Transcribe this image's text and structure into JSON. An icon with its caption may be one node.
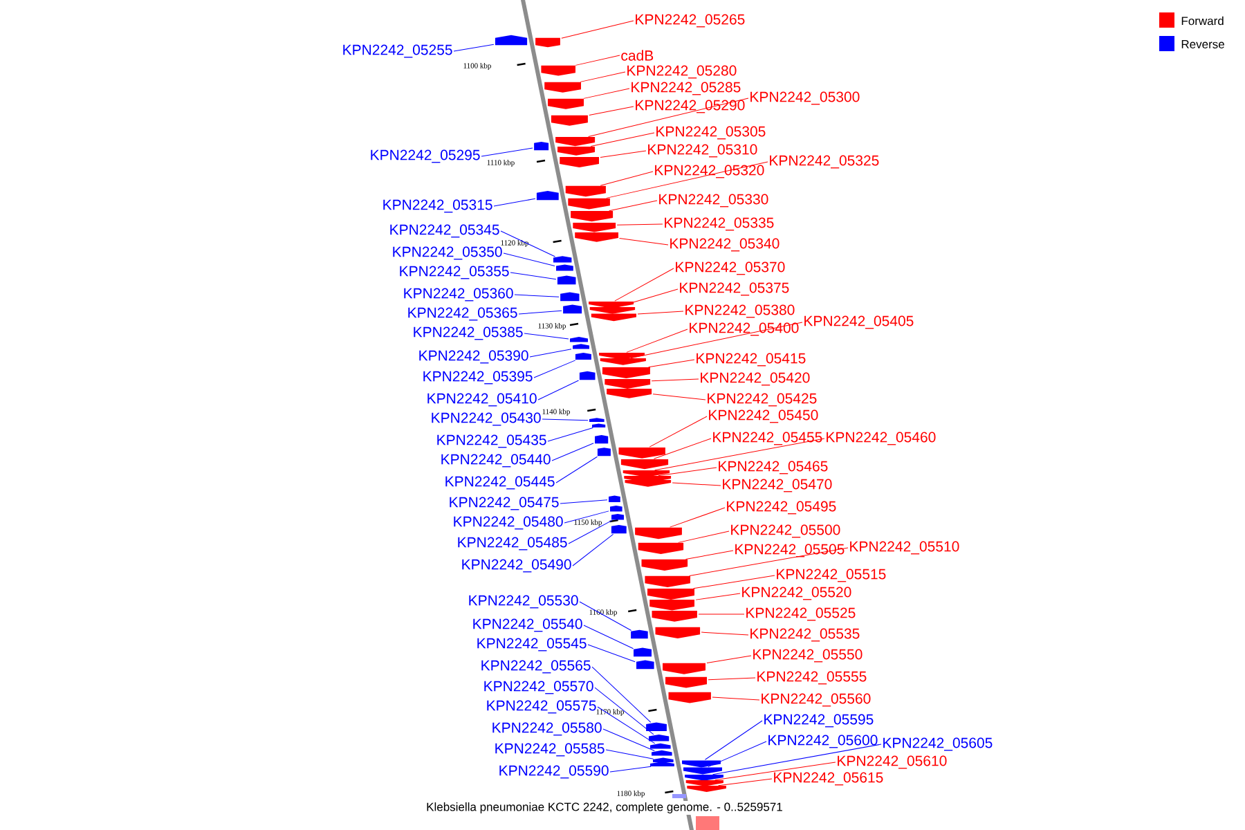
{
  "diagram": {
    "caption": "Klebsiella pneumoniae KCTC 2242, complete genome. - 0..5259571",
    "nodes": [
      {
        "text": [
          "KPN2242_05255"
        ]
      },
      {
        "text": [
          "KPN2242_05295"
        ]
      },
      {
        "text": [
          "KPN2242_05315"
        ]
      },
      {
        "text": [
          "KPN2242_05345"
        ]
      },
      {
        "text": [
          "KPN2242_05350"
        ]
      },
      {
        "text": [
          "KPN2242_05355"
        ]
      },
      {
        "text": [
          "KPN2242_05360"
        ]
      },
      {
        "text": [
          "KPN2242_05365"
        ]
      },
      {
        "text": [
          "KPN2242_05385"
        ]
      },
      {
        "text": [
          "KPN2242_05390"
        ]
      },
      {
        "text": [
          "KPN2242_05395"
        ]
      },
      {
        "text": [
          "KPN2242_05410"
        ]
      },
      {
        "text": [
          "KPN2242_05430"
        ]
      },
      {
        "text": [
          "KPN2242_05435"
        ]
      },
      {
        "text": [
          "KPN2242_05440"
        ]
      },
      {
        "text": [
          "KPN2242_05445"
        ]
      },
      {
        "text": [
          "KPN2242_05475"
        ]
      },
      {
        "text": [
          "KPN2242_05480"
        ]
      },
      {
        "text": [
          "KPN2242_05485"
        ]
      },
      {
        "text": [
          "KPN2242_05490"
        ]
      },
      {
        "text": [
          "KPN2242_05530"
        ]
      },
      {
        "text": [
          "KPN2242_05540"
        ]
      },
      {
        "text": [
          "KPN2242_05545"
        ]
      },
      {
        "text": [
          "KPN2242_05565"
        ]
      },
      {
        "text": [
          "KPN2242_05570"
        ]
      },
      {
        "text": [
          "KPN2242_05575"
        ]
      },
      {
        "text": [
          "KPN2242_05580"
        ]
      },
      {
        "text": [
          "KPN2242_05585"
        ]
      },
      {
        "text": [
          "KPN2242_05590"
        ]
      },
      {
        "text": [
          "KPN2242_05265"
        ]
      },
      {
        "text": [
          "cadB"
        ]
      },
      {
        "text": [
          "KPN2242_05280"
        ]
      },
      {
        "text": [
          "KPN2242_05285"
        ]
      },
      {
        "text": [
          "KPN2242_05290"
        ]
      },
      {
        "text": [
          "KPN2242_05300"
        ]
      },
      {
        "text": [
          "KPN2242_05305"
        ]
      },
      {
        "text": [
          "KPN2242_05310"
        ]
      },
      {
        "text": [
          "KPN2242_05320"
        ]
      },
      {
        "text": [
          "KPN2242_05325"
        ]
      },
      {
        "text": [
          "KPN2242_05330"
        ]
      },
      {
        "text": [
          "KPN2242_05335"
        ]
      },
      {
        "text": [
          "KPN2242_05340"
        ]
      },
      {
        "text": [
          "KPN2242_05370"
        ]
      },
      {
        "text": [
          "KPN2242_05375"
        ]
      },
      {
        "text": [
          "KPN2242_05380"
        ]
      },
      {
        "text": [
          "KPN2242_05400"
        ]
      },
      {
        "text": [
          "KPN2242_05405"
        ]
      },
      {
        "text": [
          "KPN2242_05415"
        ]
      },
      {
        "text": [
          "KPN2242_05420"
        ]
      },
      {
        "text": [
          "KPN2242_05425"
        ]
      },
      {
        "text": [
          "KPN2242_05450"
        ]
      },
      {
        "text": [
          "KPN2242_05455"
        ]
      },
      {
        "text": [
          "KPN2242_05460"
        ]
      },
      {
        "text": [
          "KPN2242_05465"
        ]
      },
      {
        "text": [
          "KPN2242_05470"
        ]
      },
      {
        "text": [
          "KPN2242_05495"
        ]
      },
      {
        "text": [
          "KPN2242_05500"
        ]
      },
      {
        "text": [
          "KPN2242_05505"
        ]
      },
      {
        "text": [
          "KPN2242_05510"
        ]
      },
      {
        "text": [
          "KPN2242_05515"
        ]
      },
      {
        "text": [
          "KPN2242_05520"
        ]
      },
      {
        "text": [
          "KPN2242_05525"
        ]
      },
      {
        "text": [
          "KPN2242_05535"
        ]
      },
      {
        "text": [
          "KPN2242_05550"
        ]
      },
      {
        "text": [
          "KPN2242_05555"
        ]
      },
      {
        "text": [
          "KPN2242_05560"
        ]
      },
      {
        "text": [
          "KPN2242_05595"
        ]
      },
      {
        "text": [
          "KPN2242_05600"
        ]
      },
      {
        "text": [
          "KPN2242_05605"
        ]
      },
      {
        "text": [
          "KPN2242_05610"
        ]
      },
      {
        "text": [
          "KPN2242_05615"
        ]
      },
      {
        "text": [],
        "shape": "arrow"
      },
      {
        "text": [],
        "shape": "arrow"
      },
      {
        "text": [],
        "shape": "arrow"
      },
      {
        "text": [],
        "shape": "arrow"
      },
      {
        "text": [],
        "shape": "arrow"
      },
      {
        "text": [],
        "shape": "arrow"
      },
      {
        "text": [],
        "shape": "arrow"
      },
      {
        "text": [],
        "shape": "arrow"
      },
      {
        "text": [],
        "shape": "arrow"
      },
      {
        "text": [],
        "shape": "arrow"
      },
      {
        "text": [],
        "shape": "arrow"
      },
      {
        "text": [],
        "shape": "arrow"
      },
      {
        "text": [],
        "shape": "arrow"
      },
      {
        "text": [],
        "shape": "arrow"
      },
      {
        "text": [],
        "shape": "arrow"
      },
      {
        "text": [],
        "shape": "arrow"
      },
      {
        "text": [],
        "shape": "arrow"
      },
      {
        "text": [],
        "shape": "arrow"
      },
      {
        "text": [],
        "shape": "arrow"
      },
      {
        "text": [],
        "shape": "arrow"
      },
      {
        "text": [],
        "shape": "arrow"
      },
      {
        "text": [],
        "shape": "arrow"
      },
      {
        "text": [],
        "shape": "arrow"
      },
      {
        "text": [],
        "shape": "arrow"
      },
      {
        "text": [],
        "shape": "arrow"
      },
      {
        "text": [],
        "shape": "arrow"
      },
      {
        "text": [],
        "shape": "arrow"
      },
      {
        "text": [],
        "shape": "arrow"
      },
      {
        "text": [],
        "shape": "arrow"
      },
      {
        "text": [],
        "shape": "arrow"
      },
      {
        "text": [],
        "shape": "arrow"
      },
      {
        "text": [],
        "shape": "arrow"
      },
      {
        "text": [],
        "shape": "arrow"
      },
      {
        "text": [],
        "shape": "arrow"
      },
      {
        "text": [],
        "shape": "arrow"
      },
      {
        "text": [],
        "shape": "arrow"
      },
      {
        "text": [],
        "shape": "arrow"
      },
      {
        "text": [],
        "shape": "arrow"
      },
      {
        "text": [],
        "shape": "arrow"
      },
      {
        "text": [],
        "shape": "arrow"
      },
      {
        "text": [],
        "shape": "arrow"
      },
      {
        "text": [],
        "shape": "arrow"
      },
      {
        "text": [],
        "shape": "arrow"
      },
      {
        "text": [],
        "shape": "arrow"
      },
      {
        "text": [],
        "shape": "arrow"
      },
      {
        "text": [],
        "shape": "arrow"
      },
      {
        "text": [],
        "shape": "arrow"
      },
      {
        "text": [],
        "shape": "arrow"
      },
      {
        "text": [],
        "shape": "arrow"
      },
      {
        "text": [],
        "shape": "arrow"
      },
      {
        "text": [],
        "shape": "arrow"
      },
      {
        "text": [],
        "shape": "arrow"
      },
      {
        "text": [],
        "shape": "arrow"
      },
      {
        "text": [],
        "shape": "arrow"
      },
      {
        "text": [],
        "shape": "arrow"
      },
      {
        "text": [],
        "shape": "arrow"
      },
      {
        "text": [],
        "shape": "arrow"
      },
      {
        "text": [],
        "shape": "arrow"
      },
      {
        "text": [],
        "shape": "arrow"
      },
      {
        "text": [],
        "shape": "arrow"
      },
      {
        "text": [],
        "shape": "arrow"
      },
      {
        "text": [],
        "shape": "arrow"
      },
      {
        "text": [],
        "shape": "arrow"
      },
      {
        "text": [],
        "shape": "arrow"
      },
      {
        "text": [],
        "shape": "arrow"
      },
      {
        "text": [],
        "shape": "arrow"
      },
      {
        "text": [],
        "shape": "arrow"
      },
      {
        "text": [],
        "shape": "arrow"
      },
      {
        "text": [],
        "shape": "arrow"
      },
      {
        "text": [],
        "shape": "arrow"
      },
      {
        "text": [],
        "shape": "arrow"
      }
    ],
    "edges": [
      {
        "from": 0,
        "to": 71,
        "arrow": "none",
        "color": "#0000ff"
      },
      {
        "from": 1,
        "to": 72,
        "arrow": "none",
        "color": "#0000ff"
      },
      {
        "from": 2,
        "to": 73,
        "arrow": "none",
        "color": "#0000ff"
      },
      {
        "from": 3,
        "to": 74,
        "arrow": "none",
        "color": "#0000ff"
      },
      {
        "from": 4,
        "to": 75,
        "arrow": "none",
        "color": "#0000ff"
      },
      {
        "from": 5,
        "to": 76,
        "arrow": "none",
        "color": "#0000ff"
      },
      {
        "from": 6,
        "to": 77,
        "arrow": "none",
        "color": "#0000ff"
      },
      {
        "from": 7,
        "to": 78,
        "arrow": "none",
        "color": "#0000ff"
      },
      {
        "from": 8,
        "to": 79,
        "arrow": "none",
        "color": "#0000ff"
      },
      {
        "from": 9,
        "to": 80,
        "arrow": "none",
        "color": "#0000ff"
      },
      {
        "from": 10,
        "to": 81,
        "arrow": "none",
        "color": "#0000ff"
      },
      {
        "from": 11,
        "to": 82,
        "arrow": "none",
        "color": "#0000ff"
      },
      {
        "from": 12,
        "to": 83,
        "arrow": "none",
        "color": "#0000ff"
      },
      {
        "from": 13,
        "to": 84,
        "arrow": "none",
        "color": "#0000ff"
      },
      {
        "from": 14,
        "to": 85,
        "arrow": "none",
        "color": "#0000ff"
      },
      {
        "from": 15,
        "to": 86,
        "arrow": "none",
        "color": "#0000ff"
      },
      {
        "from": 16,
        "to": 87,
        "arrow": "none",
        "color": "#0000ff"
      },
      {
        "from": 17,
        "to": 88,
        "arrow": "none",
        "color": "#0000ff"
      },
      {
        "from": 18,
        "to": 89,
        "arrow": "none",
        "color": "#0000ff"
      },
      {
        "from": 19,
        "to": 90,
        "arrow": "none",
        "color": "#0000ff"
      },
      {
        "from": 20,
        "to": 91,
        "arrow": "none",
        "color": "#0000ff"
      },
      {
        "from": 21,
        "to": 92,
        "arrow": "none",
        "color": "#0000ff"
      },
      {
        "from": 22,
        "to": 93,
        "arrow": "none",
        "color": "#0000ff"
      },
      {
        "from": 23,
        "to": 94,
        "arrow": "none",
        "color": "#0000ff"
      },
      {
        "from": 24,
        "to": 95,
        "arrow": "none",
        "color": "#0000ff"
      },
      {
        "from": 25,
        "to": 96,
        "arrow": "none",
        "color": "#0000ff"
      },
      {
        "from": 26,
        "to": 97,
        "arrow": "none",
        "color": "#0000ff"
      },
      {
        "from": 27,
        "to": 98,
        "arrow": "none",
        "color": "#0000ff"
      },
      {
        "from": 28,
        "to": 99,
        "arrow": "none",
        "color": "#0000ff"
      },
      {
        "from": 29,
        "to": 100,
        "arrow": "none"
      },
      {
        "from": 30,
        "to": 101,
        "arrow": "none"
      },
      {
        "from": 31,
        "to": 102,
        "arrow": "none"
      },
      {
        "from": 32,
        "to": 103,
        "arrow": "none"
      },
      {
        "from": 33,
        "to": 104,
        "arrow": "none"
      },
      {
        "from": 34,
        "to": 105,
        "arrow": "none"
      },
      {
        "from": 35,
        "to": 106,
        "arrow": "none"
      },
      {
        "from": 36,
        "to": 107,
        "arrow": "none"
      },
      {
        "from": 37,
        "to": 108,
        "arrow": "none"
      },
      {
        "from": 38,
        "to": 109,
        "arrow": "none"
      },
      {
        "from": 39,
        "to": 110,
        "arrow": "none"
      },
      {
        "from": 40,
        "to": 111,
        "arrow": "none"
      },
      {
        "from": 41,
        "to": 112,
        "arrow": "none"
      },
      {
        "from": 42,
        "to": 113,
        "arrow": "none"
      },
      {
        "from": 43,
        "to": 114,
        "arrow": "none"
      },
      {
        "from": 44,
        "to": 115,
        "arrow": "none"
      },
      {
        "from": 45,
        "to": 116,
        "arrow": "none"
      },
      {
        "from": 46,
        "to": 117,
        "arrow": "none"
      },
      {
        "from": 47,
        "to": 118,
        "arrow": "none"
      },
      {
        "from": 48,
        "to": 119,
        "arrow": "none"
      },
      {
        "from": 49,
        "to": 120,
        "arrow": "none"
      },
      {
        "from": 50,
        "to": 121,
        "arrow": "none"
      },
      {
        "from": 51,
        "to": 122,
        "arrow": "none"
      },
      {
        "from": 52,
        "to": 123,
        "arrow": "none"
      },
      {
        "from": 53,
        "to": 124,
        "arrow": "none"
      },
      {
        "from": 54,
        "to": 125,
        "arrow": "none"
      },
      {
        "from": 55,
        "to": 126,
        "arrow": "none"
      },
      {
        "from": 56,
        "to": 127,
        "arrow": "none"
      },
      {
        "from": 57,
        "to": 128,
        "arrow": "none"
      },
      {
        "from": 58,
        "to": 129,
        "arrow": "none"
      },
      {
        "from": 59,
        "to": 130,
        "arrow": "none"
      },
      {
        "from": 60,
        "to": 131,
        "arrow": "none"
      },
      {
        "from": 61,
        "to": 132,
        "arrow": "none"
      },
      {
        "from": 62,
        "to": 133,
        "arrow": "none"
      },
      {
        "from": 63,
        "to": 134,
        "arrow": "none"
      },
      {
        "from": 64,
        "to": 135,
        "arrow": "none"
      },
      {
        "from": 65,
        "to": 136,
        "arrow": "none"
      },
      {
        "from": 66,
        "to": 137,
        "arrow": "none",
        "color": "#0000ff"
      },
      {
        "from": 67,
        "to": 138,
        "arrow": "none",
        "color": "#0000ff"
      },
      {
        "from": 68,
        "to": 139,
        "arrow": "none",
        "color": "#0000ff"
      },
      {
        "from": 69,
        "to": 140,
        "arrow": "none"
      },
      {
        "from": 70,
        "to": 141,
        "arrow": "none"
      }
    ],
    "labels": [
      "1100 kbp",
      "1110 kbp",
      "1120 kbp",
      "1130 kbp",
      "1140 kbp",
      "1150 kbp",
      "1160 kbp",
      "1170 kbp",
      "1180 kbp"
    ],
    "legend": [
      {
        "text": "Forward",
        "color": "#ff0000"
      },
      {
        "text": "Reverse",
        "color": "#0000ff"
      }
    ]
  }
}
